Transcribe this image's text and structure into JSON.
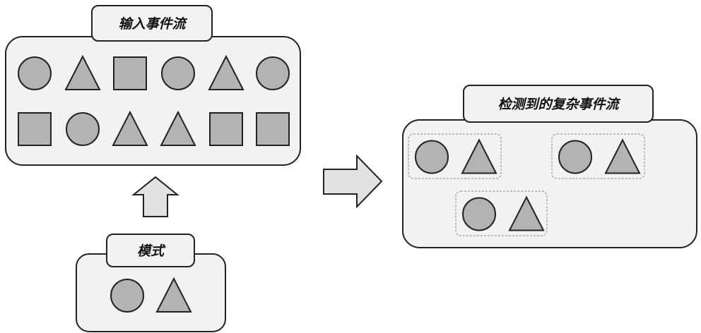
{
  "input_stream": {
    "title": "输入事件流",
    "row1": [
      "circle",
      "triangle",
      "square",
      "circle",
      "triangle",
      "circle"
    ],
    "row2": [
      "square",
      "circle",
      "triangle",
      "triangle",
      "square",
      "square"
    ]
  },
  "pattern": {
    "title": "模式",
    "shapes": [
      "circle",
      "triangle"
    ]
  },
  "detected": {
    "title": "检测到的复杂事件流",
    "matches": [
      [
        "circle",
        "triangle"
      ],
      [
        "circle",
        "triangle"
      ],
      [
        "circle",
        "triangle"
      ]
    ]
  },
  "colors": {
    "shape_fill": "#b3b3b3",
    "panel_fill": "#f2f2f2",
    "arrow_fill": "#e2e2e2",
    "stroke": "#222222",
    "dashed_border": "#888888"
  }
}
